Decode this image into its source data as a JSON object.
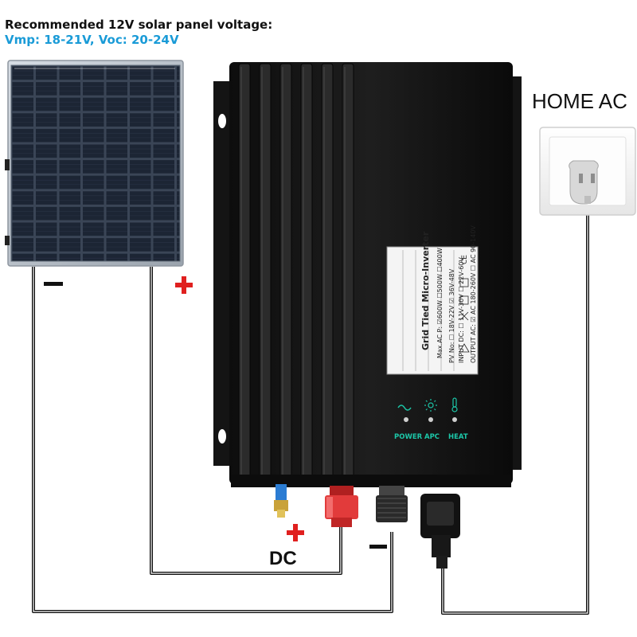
{
  "header": {
    "line1": "Recommended 12V solar panel voltage:",
    "line2": "Vmp: 18-21V, Voc: 20-24V"
  },
  "labels": {
    "home_ac": "HOME AC",
    "dc": "DC",
    "panel_negative": "−",
    "panel_positive": "+",
    "dc_positive": "+",
    "dc_negative": "−"
  },
  "inverter": {
    "plate_title": "Grid Tied Micro-Inverter",
    "plate_max_ac": "Max.AC P: ☑600W ☐500W ☐400W",
    "plate_pv_no": "PV No: ☐ 18V-22V ☑ 36V-48V",
    "plate_input_dc": "INPUT DC: ☐ 11V-30V ☐ 22V-60V",
    "plate_output": "OUTPUT AC: ☑ AC 180-260V ☐ AC 90-140V",
    "leds": [
      {
        "label": "POWER",
        "icon": "sine-wave-icon"
      },
      {
        "label": "APC",
        "icon": "sun-icon"
      },
      {
        "label": "HEAT",
        "icon": "thermometer-icon"
      }
    ]
  },
  "colors": {
    "positive": "#e0201f",
    "negative": "#111111",
    "brand_blue": "#1a9bd7",
    "led_teal": "#1cc7a8"
  }
}
